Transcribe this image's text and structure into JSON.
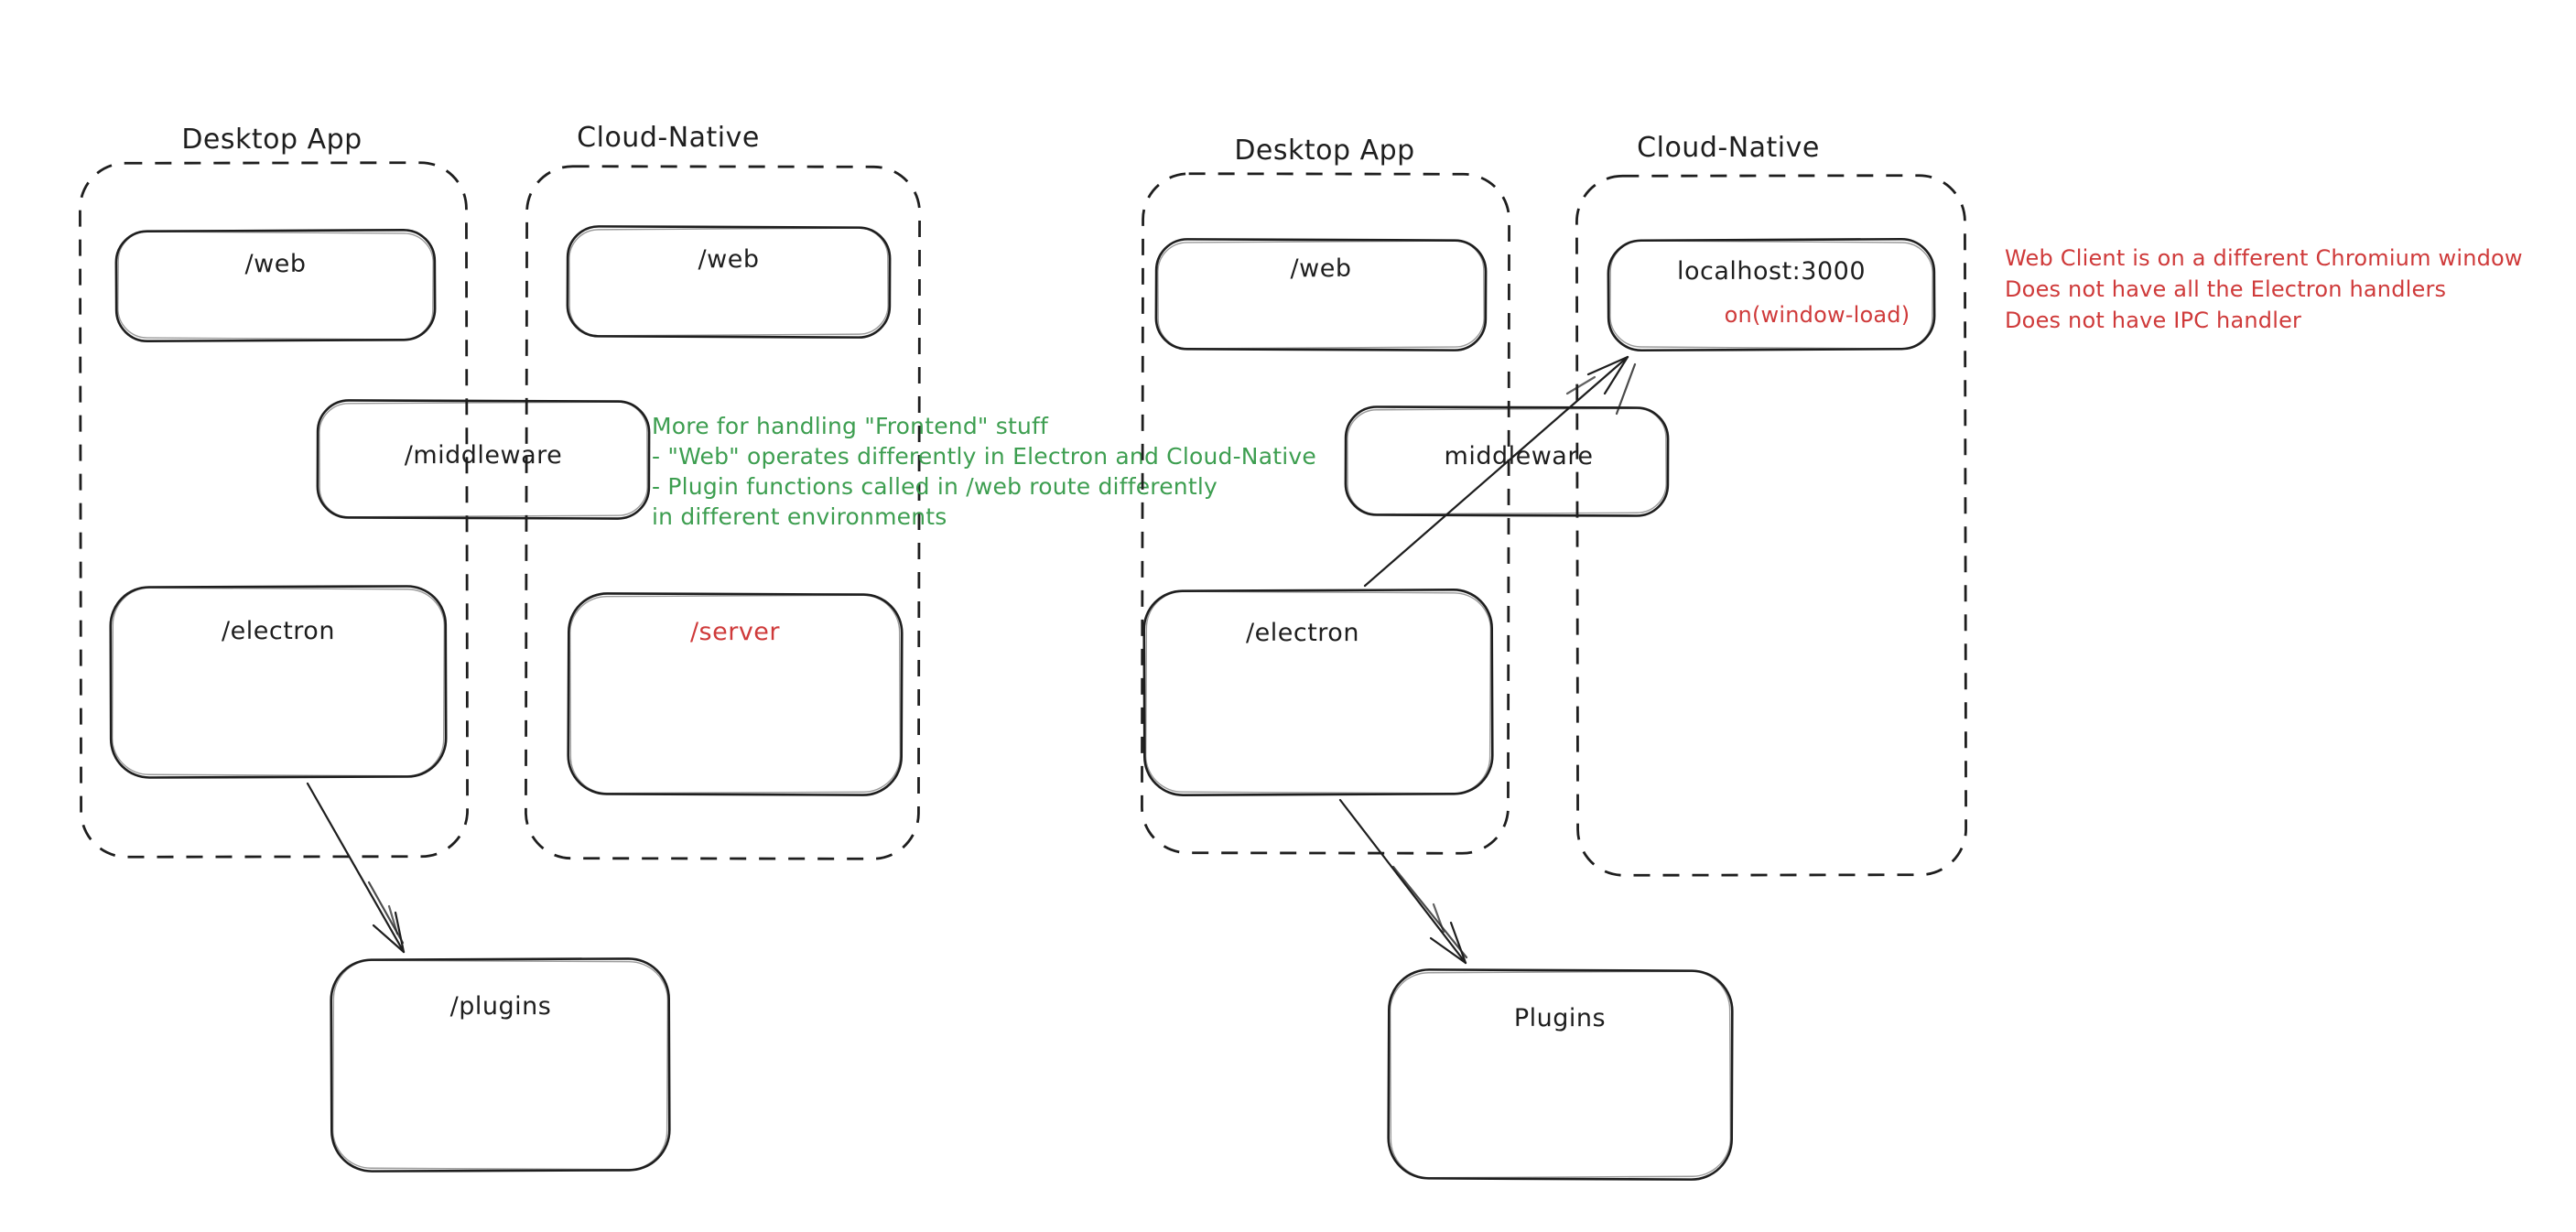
{
  "colors": {
    "ink": "#1e1e1e",
    "accent_red": "#cf3a3a",
    "accent_green": "#3d9e50",
    "background": "#ffffff"
  },
  "left_diagram": {
    "desktop_label": "Desktop App",
    "cloud_label": "Cloud-Native",
    "web_box": "/web",
    "cloud_web_box": "/web",
    "middleware_box": "/middleware",
    "electron_box": "/electron",
    "server_box": "/server",
    "plugins_box": "/plugins",
    "note_line1": "More for handling \"Frontend\" stuff",
    "note_line2": "- \"Web\" operates differently in Electron and Cloud-Native",
    "note_line3": "- Plugin functions called in /web route differently",
    "note_line4": "in different environments"
  },
  "right_diagram": {
    "desktop_label": "Desktop App",
    "cloud_label": "Cloud-Native",
    "web_box": "/web",
    "localhost_box": "localhost:3000",
    "localhost_event": "on(window-load)",
    "middleware_box": "middleware",
    "electron_box": "/electron",
    "plugins_box": "Plugins",
    "note_line1": "Web Client is on a different Chromium window",
    "note_line2": "Does not have all the Electron handlers",
    "note_line3": "Does not have IPC handler"
  }
}
